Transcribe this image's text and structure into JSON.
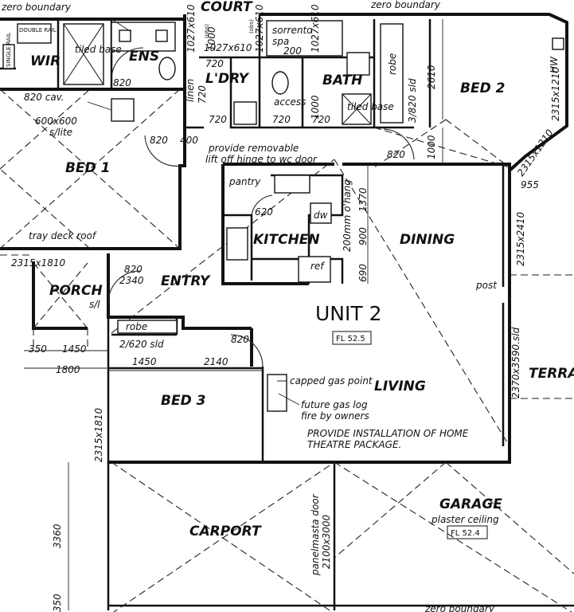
{
  "rooms": {
    "court": "COURT",
    "wir": "WIR",
    "ens": "ENS",
    "laundry": "L'DRY",
    "bath": "BATH",
    "bed1": "BED 1",
    "bed2": "BED 2",
    "bed3": "BED 3",
    "kitchen": "KITCHEN",
    "dining": "DINING",
    "entry": "ENTRY",
    "porch": "PORCH",
    "living": "LIVING",
    "carport": "CARPORT",
    "garage": "GARAGE",
    "terrace": "TERRAC"
  },
  "unit": {
    "name": "UNIT 2",
    "floor_level": "FL 52.5",
    "garage_floor_level": "FL 52.4"
  },
  "notes": {
    "zero_boundary": "zero boundary",
    "double_rail": "DOUBLE RAIL",
    "single_rail": "SINGLE RAIL",
    "tiled_base": "tiled base",
    "cav": "820 cav.",
    "skylight_1": "600x600",
    "skylight_2": "s/lite",
    "linen": "linen",
    "sorrento": "sorrento",
    "spa": "spa",
    "access": "access",
    "robe": "robe",
    "hw": "HW",
    "removable_1": "provide removable",
    "removable_2": "lift off hinge to wc door",
    "pantry": "pantry",
    "dw": "dw",
    "ref": "ref",
    "overhang": "200mm o'hang",
    "tray_deck": "tray deck roof",
    "sl": "s/l",
    "post": "post",
    "capped_gas": "capped gas point",
    "future_gas_1": "future gas log",
    "future_gas_2": "fire by owners",
    "theatre_1": "PROVIDE INSTALLATION OF HOME",
    "theatre_2": "THEATRE PACKAGE.",
    "plaster": "plaster ceiling",
    "panel_door_1": "panelmasta door",
    "panel_door_2": "2100x3000",
    "obs": "(obs)"
  },
  "dims": {
    "d820": "820",
    "d720": "720",
    "d400": "400",
    "d1000": "1000",
    "d1027x610": "1027x610",
    "d2610": "2610",
    "robe_sld": "3/820 sld",
    "d2315x1210": "2315x1210",
    "d955": "955",
    "d2315x2410": "2315x2410",
    "d2315x1810": "2315x1810",
    "d620": "620",
    "d1370": "1370",
    "d900": "900",
    "d690": "690",
    "d2340": "2340",
    "d350": "350",
    "d1450": "1450",
    "d1800": "1800",
    "robe3_sld": "2/620 sld",
    "d2140": "2140",
    "d2370x3590": "2370x3590.sld",
    "d3360": "3360",
    "d200": "200"
  }
}
